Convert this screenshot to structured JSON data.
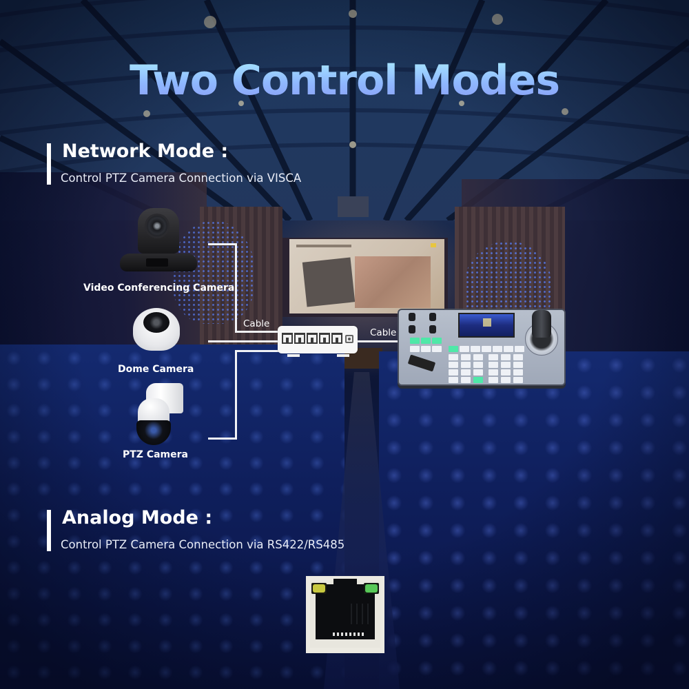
{
  "title": "Two Control Modes",
  "network_mode": {
    "heading": "Network Mode :",
    "description": "Control PTZ Camera Connection via VISCA"
  },
  "analog_mode": {
    "heading": "Analog Mode :",
    "description": "Control PTZ Camera Connection via RS422/RS485"
  },
  "devices": [
    {
      "label": "Video Conferencing Camera",
      "icon": "video-conferencing-camera-icon"
    },
    {
      "label": "Dome Camera",
      "icon": "dome-camera-icon"
    },
    {
      "label": "PTZ Camera",
      "icon": "ptz-camera-icon"
    }
  ],
  "network_switch": {
    "icon": "network-switch-icon",
    "ports": 5
  },
  "controller": {
    "icon": "ptz-keyboard-controller-icon"
  },
  "cables": [
    {
      "label": "Cable"
    },
    {
      "label": "Cable"
    }
  ],
  "rj45_port": {
    "icon": "rj45-port-icon",
    "led_left": "#c8c840",
    "led_right": "#58c858"
  },
  "colors": {
    "title_gradient_top": "#a6e4ff",
    "title_gradient_bottom": "#8a9cf5",
    "text": "#ffffff",
    "wire": "#f1f2f6"
  }
}
